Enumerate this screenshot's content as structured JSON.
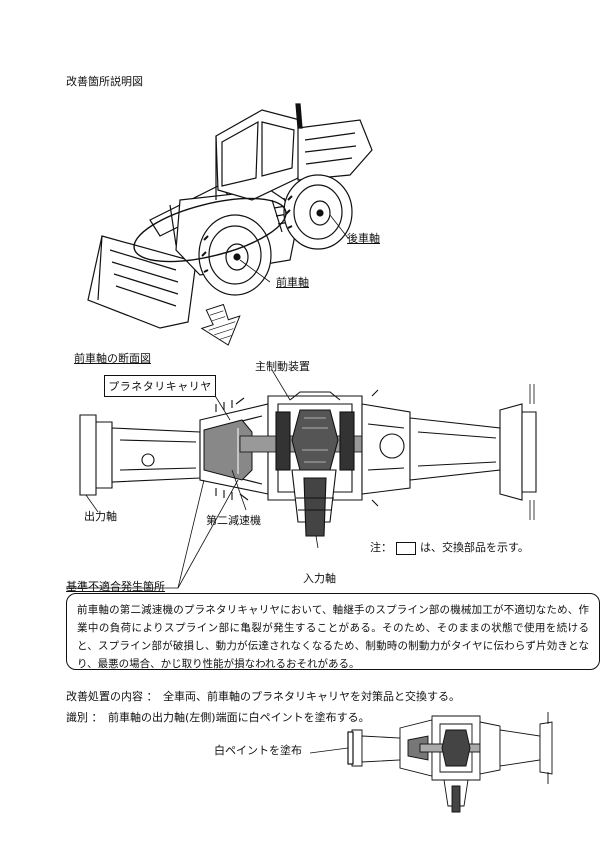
{
  "title": "改善箇所説明図",
  "labels": {
    "rear_axle": "後車軸",
    "front_axle": "前車軸",
    "section_title": "前車軸の断面図",
    "planetary_carrier": "プラネタリキャリヤ",
    "main_brake": "主制動装置",
    "output_shaft": "出力軸",
    "second_reducer": "第二減速機",
    "input_shaft": "入力軸",
    "nonconformity": "基準不適合発生箇所",
    "white_paint": "白ペイントを塗布"
  },
  "note": {
    "prefix": "注：",
    "suffix": "は、交換部品を示す。"
  },
  "description": "前車軸の第二減速機のプラネタリキャリヤにおいて、軸継手のスプライン部の機械加工が不適切なため、作業中の負荷によりスプライン部に亀裂が発生することがある。そのため、そのままの状態で使用を続けると、スプライン部が破損し、動力が伝達されなくなるため、制動時の制動力がタイヤに伝わらず片効きとなり、最悪の場合、かじ取り性能が損なわれるおそれがある。",
  "remedy": {
    "label": "改善処置の内容",
    "text": "：　全車両、前車軸のプラネタリキャリヤを対策品と交換する。"
  },
  "identification": {
    "label": "識別",
    "text": "：　前車軸の出力軸(左側)端面に白ペイントを塗布する。"
  }
}
